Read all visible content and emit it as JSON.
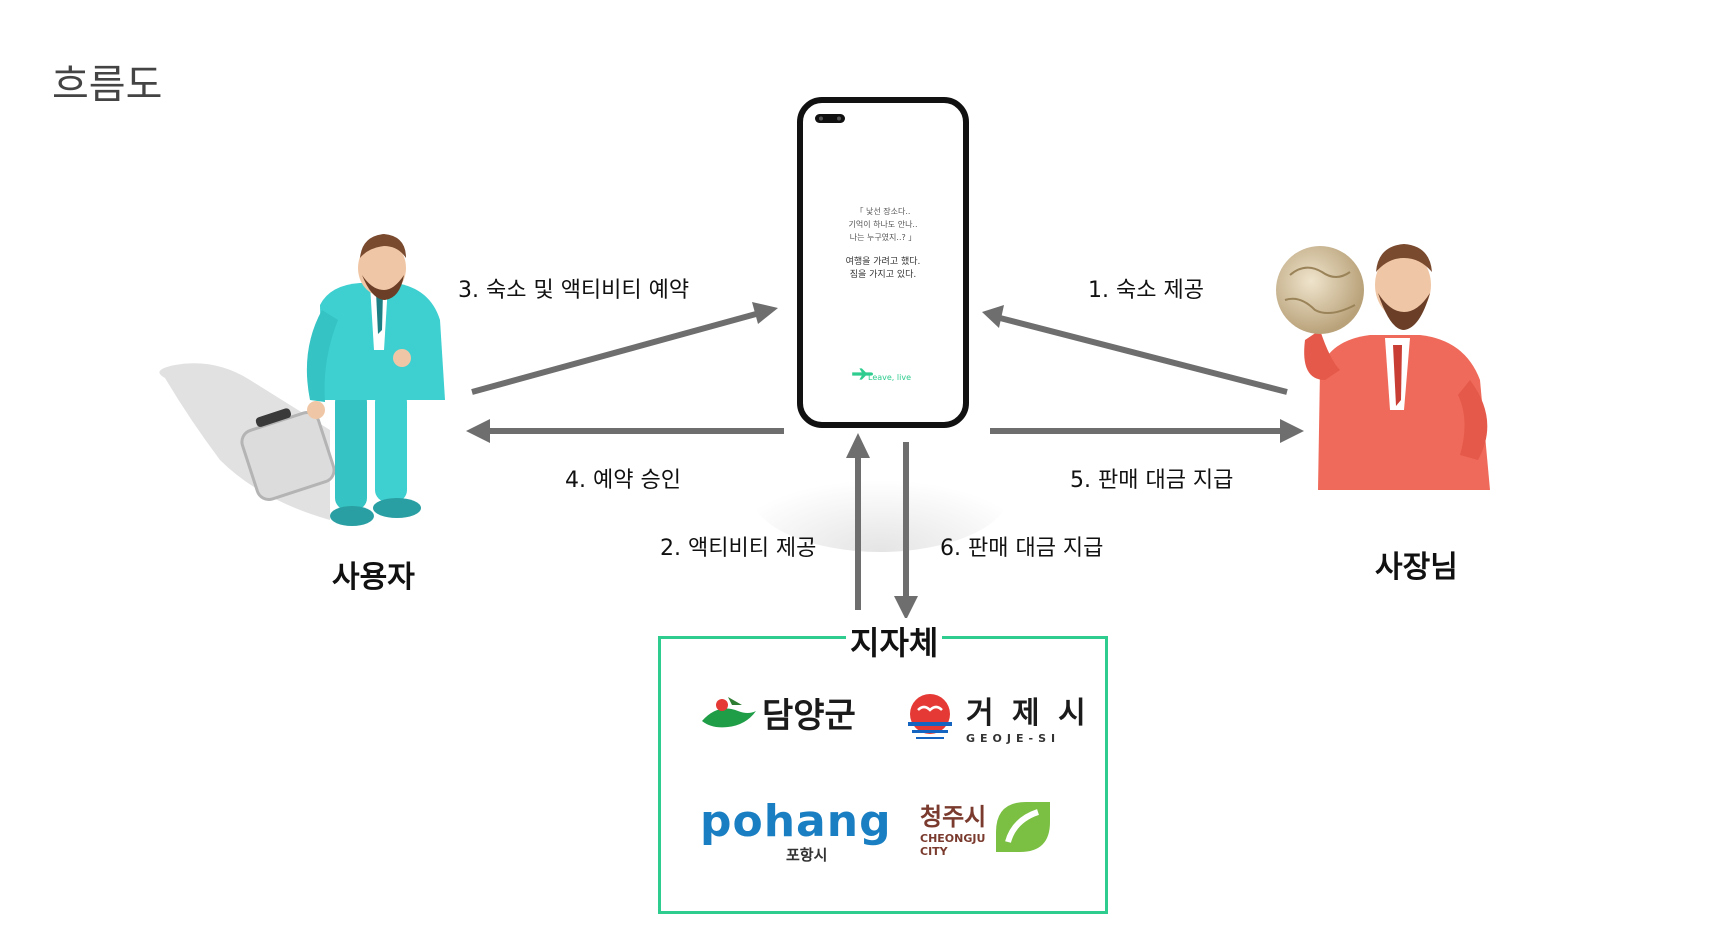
{
  "page_title": "흐름도",
  "roles": {
    "user": "사용자",
    "owner": "사장님",
    "gov": "지자체"
  },
  "flows": {
    "f1": "1. 숙소 제공",
    "f2": "2. 액티비티 제공",
    "f3": "3. 숙소 및 액티비티 예약",
    "f4": "4. 예약 승인",
    "f5": "5. 판매 대금 지급",
    "f6": "6. 판매 대금 지급"
  },
  "phone": {
    "line1": "「 낯선 장소다..",
    "line2": "기억이 하나도 안나..",
    "line3": "나는 누구였지..? 」",
    "line4": "여행을 가려고 했다.",
    "line5": "짐을 가지고 있다.",
    "brand": "Leave, live"
  },
  "logos": {
    "damyang": "담양군",
    "geoje_ko": "거 제 시",
    "geoje_en": "GEOJE-SI",
    "pohang_en": "pohang",
    "pohang_ko": "포항시",
    "cheongju_ko": "청주시",
    "cheongju_en1": "CHEONGJU",
    "cheongju_en2": "CITY"
  },
  "colors": {
    "arrow": "#6e6e6e",
    "gov_border": "#2ecc8e",
    "user_suit": "#3ecfd0",
    "owner_suit": "#ef6a5a"
  }
}
